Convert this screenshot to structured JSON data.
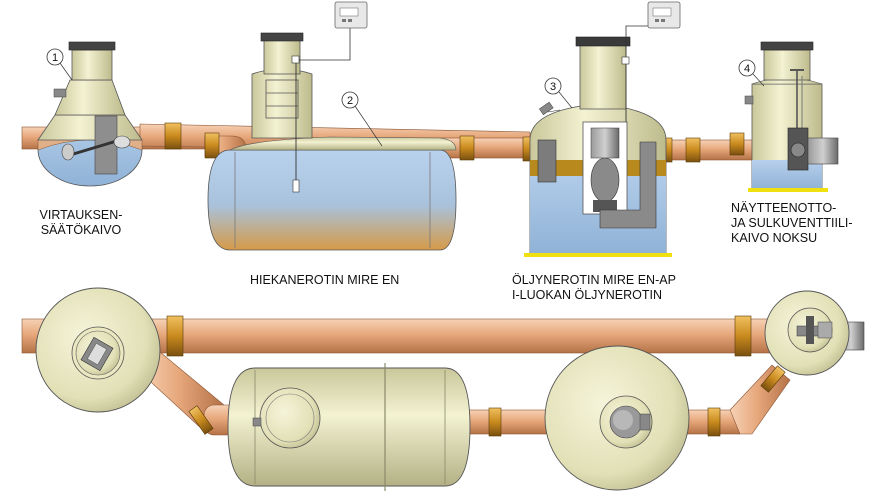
{
  "callouts": [
    "1",
    "2",
    "3",
    "4"
  ],
  "labels": {
    "flow_control": [
      "VIRTAUKSEN-",
      "SÄÄTÖKAIVO"
    ],
    "sand_separator": [
      "HIEKANEROTIN MIRE EN"
    ],
    "oil_separator": [
      "ÖLJYNEROTIN MIRE EN-AP",
      "I-LUOKAN ÖLJYNEROTIN"
    ],
    "sampling_well": [
      "NÄYTTEENOTTO-",
      "JA SULKUVENTTIILI-",
      "KAIVO NOKSU"
    ]
  },
  "colors": {
    "pipe": "#e7a87c",
    "pipe_dark": "#b57247",
    "coupling": "#c98a1e",
    "tank_body": "#e9e8c0",
    "tank_edge": "#555555",
    "water": "#9fbfe0",
    "sediment": "#d99a4a",
    "ground_line": "#f0e010",
    "steel": "#707070"
  },
  "icons": [
    "alarm-unit-icon",
    "alarm-unit-icon"
  ]
}
